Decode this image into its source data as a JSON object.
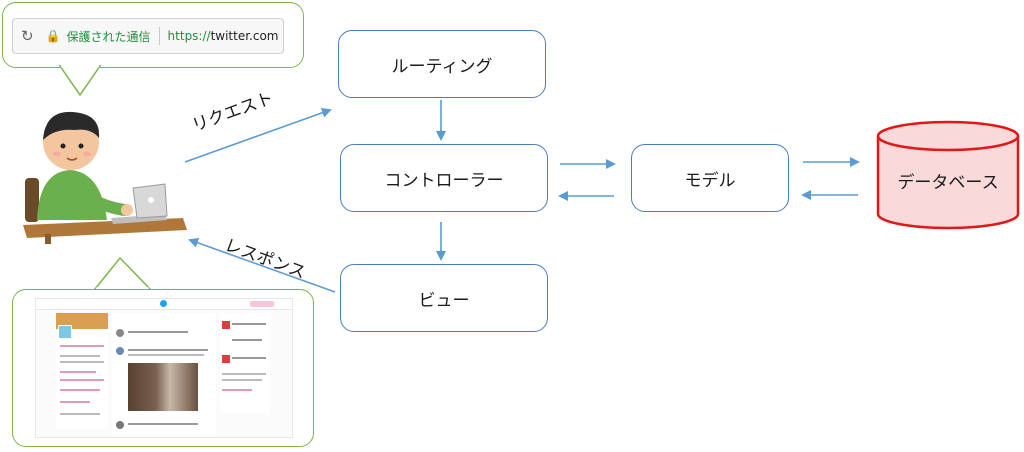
{
  "browser": {
    "secure_label": "保護された通信",
    "url_scheme": "https://",
    "url_host": "twitter.com"
  },
  "nodes": {
    "routing": "ルーティング",
    "controller": "コントローラー",
    "view": "ビュー",
    "model": "モデル",
    "database": "データベース"
  },
  "edges": {
    "request": "リクエスト",
    "response": "レスポンス"
  },
  "colors": {
    "node_border": "#4a7ebb",
    "arrow": "#5b9bd5",
    "bubble_border": "#7ab648",
    "db_fill": "#f9d9d9",
    "db_stroke": "#e01818",
    "secure_green": "#1e8e3e"
  }
}
